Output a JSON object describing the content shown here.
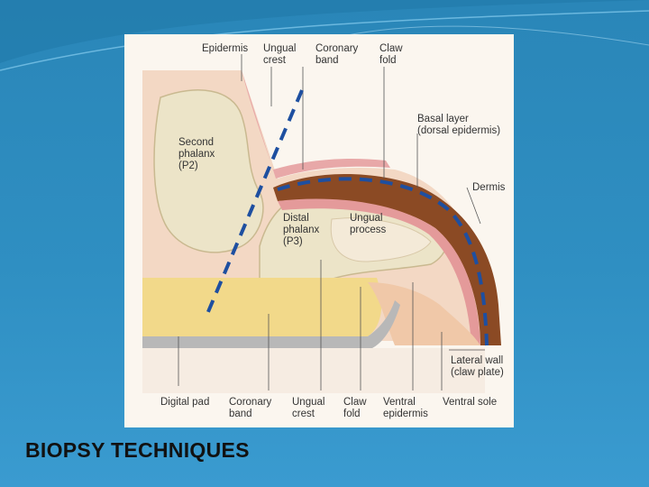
{
  "slide": {
    "title": "BIOPSY TECHNIQUES",
    "colors": {
      "background": "#2f8fc2",
      "dashed_line": "#1e4fa0",
      "claw": "#8b4a24"
    }
  },
  "diagram": {
    "labels": {
      "epidermis": "Epidermis",
      "ungual_crest_top": "Ungual\ncrest",
      "coronary_band_top": "Coronary\nband",
      "claw_fold_top": "Claw\nfold",
      "basal_layer": "Basal layer\n(dorsal epidermis)",
      "second_phalanx": "Second\nphalanx\n(P2)",
      "dermis": "Dermis",
      "distal_phalanx": "Distal\nphalanx\n(P3)",
      "ungual_process": "Ungual\nprocess",
      "lateral_wall": "Lateral wall\n(claw plate)",
      "digital_pad": "Digital pad",
      "coronary_band_bottom": "Coronary\nband",
      "ungual_crest_bottom": "Ungual\ncrest",
      "claw_fold_bottom": "Claw\nfold",
      "ventral_epidermis": "Ventral\nepidermis",
      "ventral_sole": "Ventral sole"
    }
  }
}
